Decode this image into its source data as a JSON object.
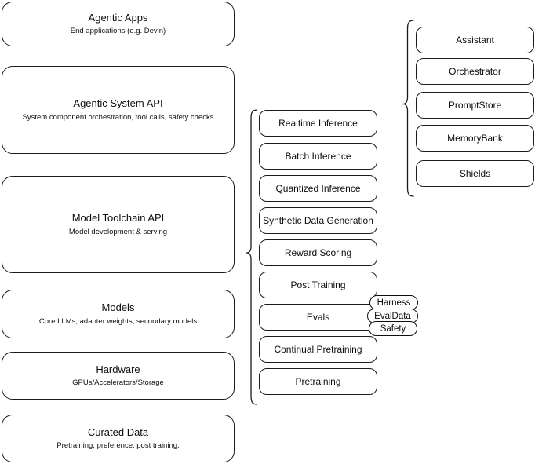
{
  "diagram": {
    "title": "Agentic stack layered architecture",
    "background_color": "#ffffff",
    "stroke_color": "#1a1a1a"
  },
  "layers": [
    {
      "id": "agentic-apps",
      "title": "Agentic Apps",
      "subtitle": "End applications (e.g. Devin)"
    },
    {
      "id": "agentic-system-api",
      "title": "Agentic System API",
      "subtitle": "System component orchestration, tool calls, safety checks"
    },
    {
      "id": "model-toolchain-api",
      "title": "Model Toolchain API",
      "subtitle": "Model development & serving"
    },
    {
      "id": "models",
      "title": "Models",
      "subtitle": "Core LLMs, adapter weights, secondary models"
    },
    {
      "id": "hardware",
      "title": "Hardware",
      "subtitle": "GPUs/Accelerators/Storage"
    },
    {
      "id": "curated-data",
      "title": "Curated Data",
      "subtitle": "Pretraining, preference, post training."
    }
  ],
  "toolchain_components": [
    {
      "id": "realtime-inference",
      "label": "Realtime Inference"
    },
    {
      "id": "batch-inference",
      "label": "Batch Inference"
    },
    {
      "id": "quantized-inference",
      "label": "Quantized Inference"
    },
    {
      "id": "synthetic-data-generation",
      "label": "Synthetic Data Generation"
    },
    {
      "id": "reward-scoring",
      "label": "Reward Scoring"
    },
    {
      "id": "post-training",
      "label": "Post Training"
    },
    {
      "id": "evals",
      "label": "Evals"
    },
    {
      "id": "continual-pretraining",
      "label": "Continual Pretraining"
    },
    {
      "id": "pretraining",
      "label": "Pretraining"
    }
  ],
  "evals_subcomponents": [
    {
      "id": "harness",
      "label": "Harness"
    },
    {
      "id": "evaldata",
      "label": "EvalData"
    },
    {
      "id": "safety",
      "label": "Safety"
    }
  ],
  "system_components": [
    {
      "id": "assistant",
      "label": "Assistant"
    },
    {
      "id": "orchestrator",
      "label": "Orchestrator"
    },
    {
      "id": "promptstore",
      "label": "PromptStore"
    },
    {
      "id": "memorybank",
      "label": "MemoryBank"
    },
    {
      "id": "shields",
      "label": "Shields"
    }
  ]
}
